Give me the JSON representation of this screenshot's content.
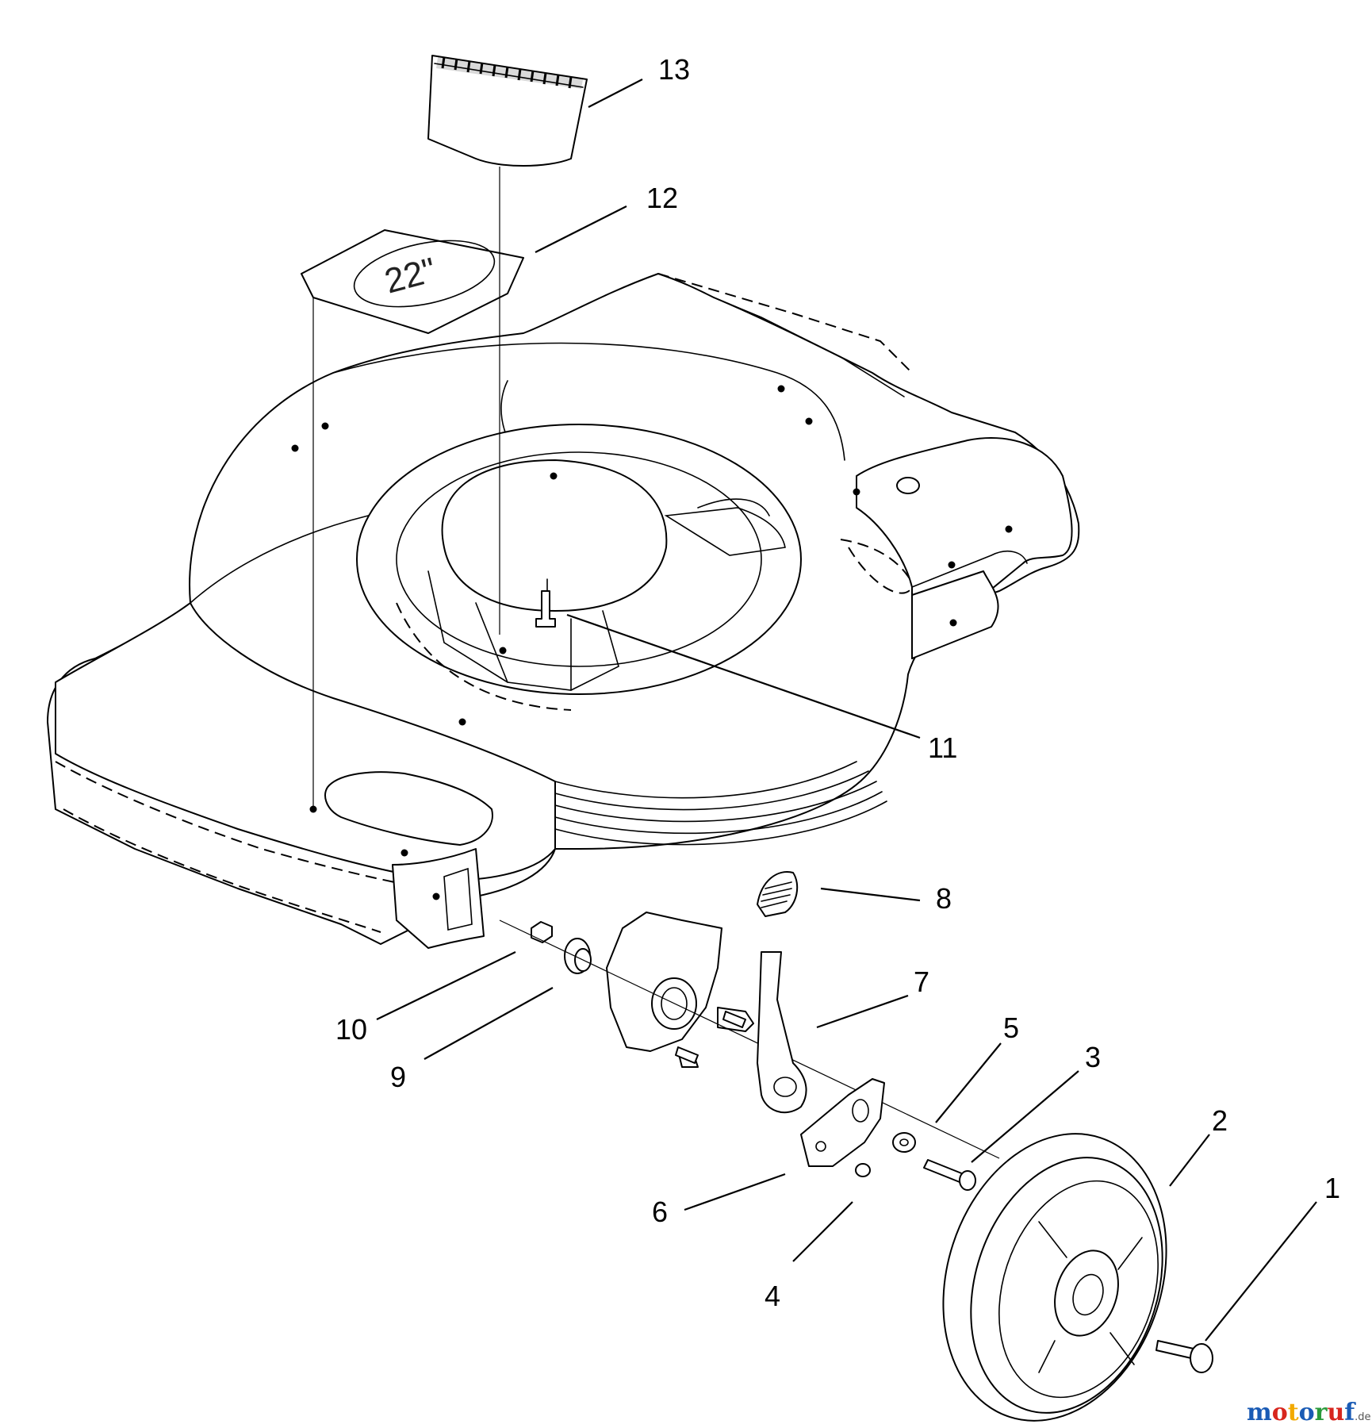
{
  "diagram": {
    "callouts": [
      "1",
      "2",
      "3",
      "4",
      "5",
      "6",
      "7",
      "8",
      "9",
      "10",
      "11",
      "12",
      "13"
    ]
  },
  "decal": {
    "size_label": "22\""
  },
  "watermark": {
    "letters": [
      "m",
      "o",
      "t",
      "o",
      "r",
      "u",
      "f"
    ],
    "suffix": ".de",
    "colors": [
      "#1a5bb5",
      "#d7261e",
      "#f2a900",
      "#1a5bb5",
      "#2a9a3b",
      "#d7261e",
      "#1a5bb5"
    ]
  }
}
